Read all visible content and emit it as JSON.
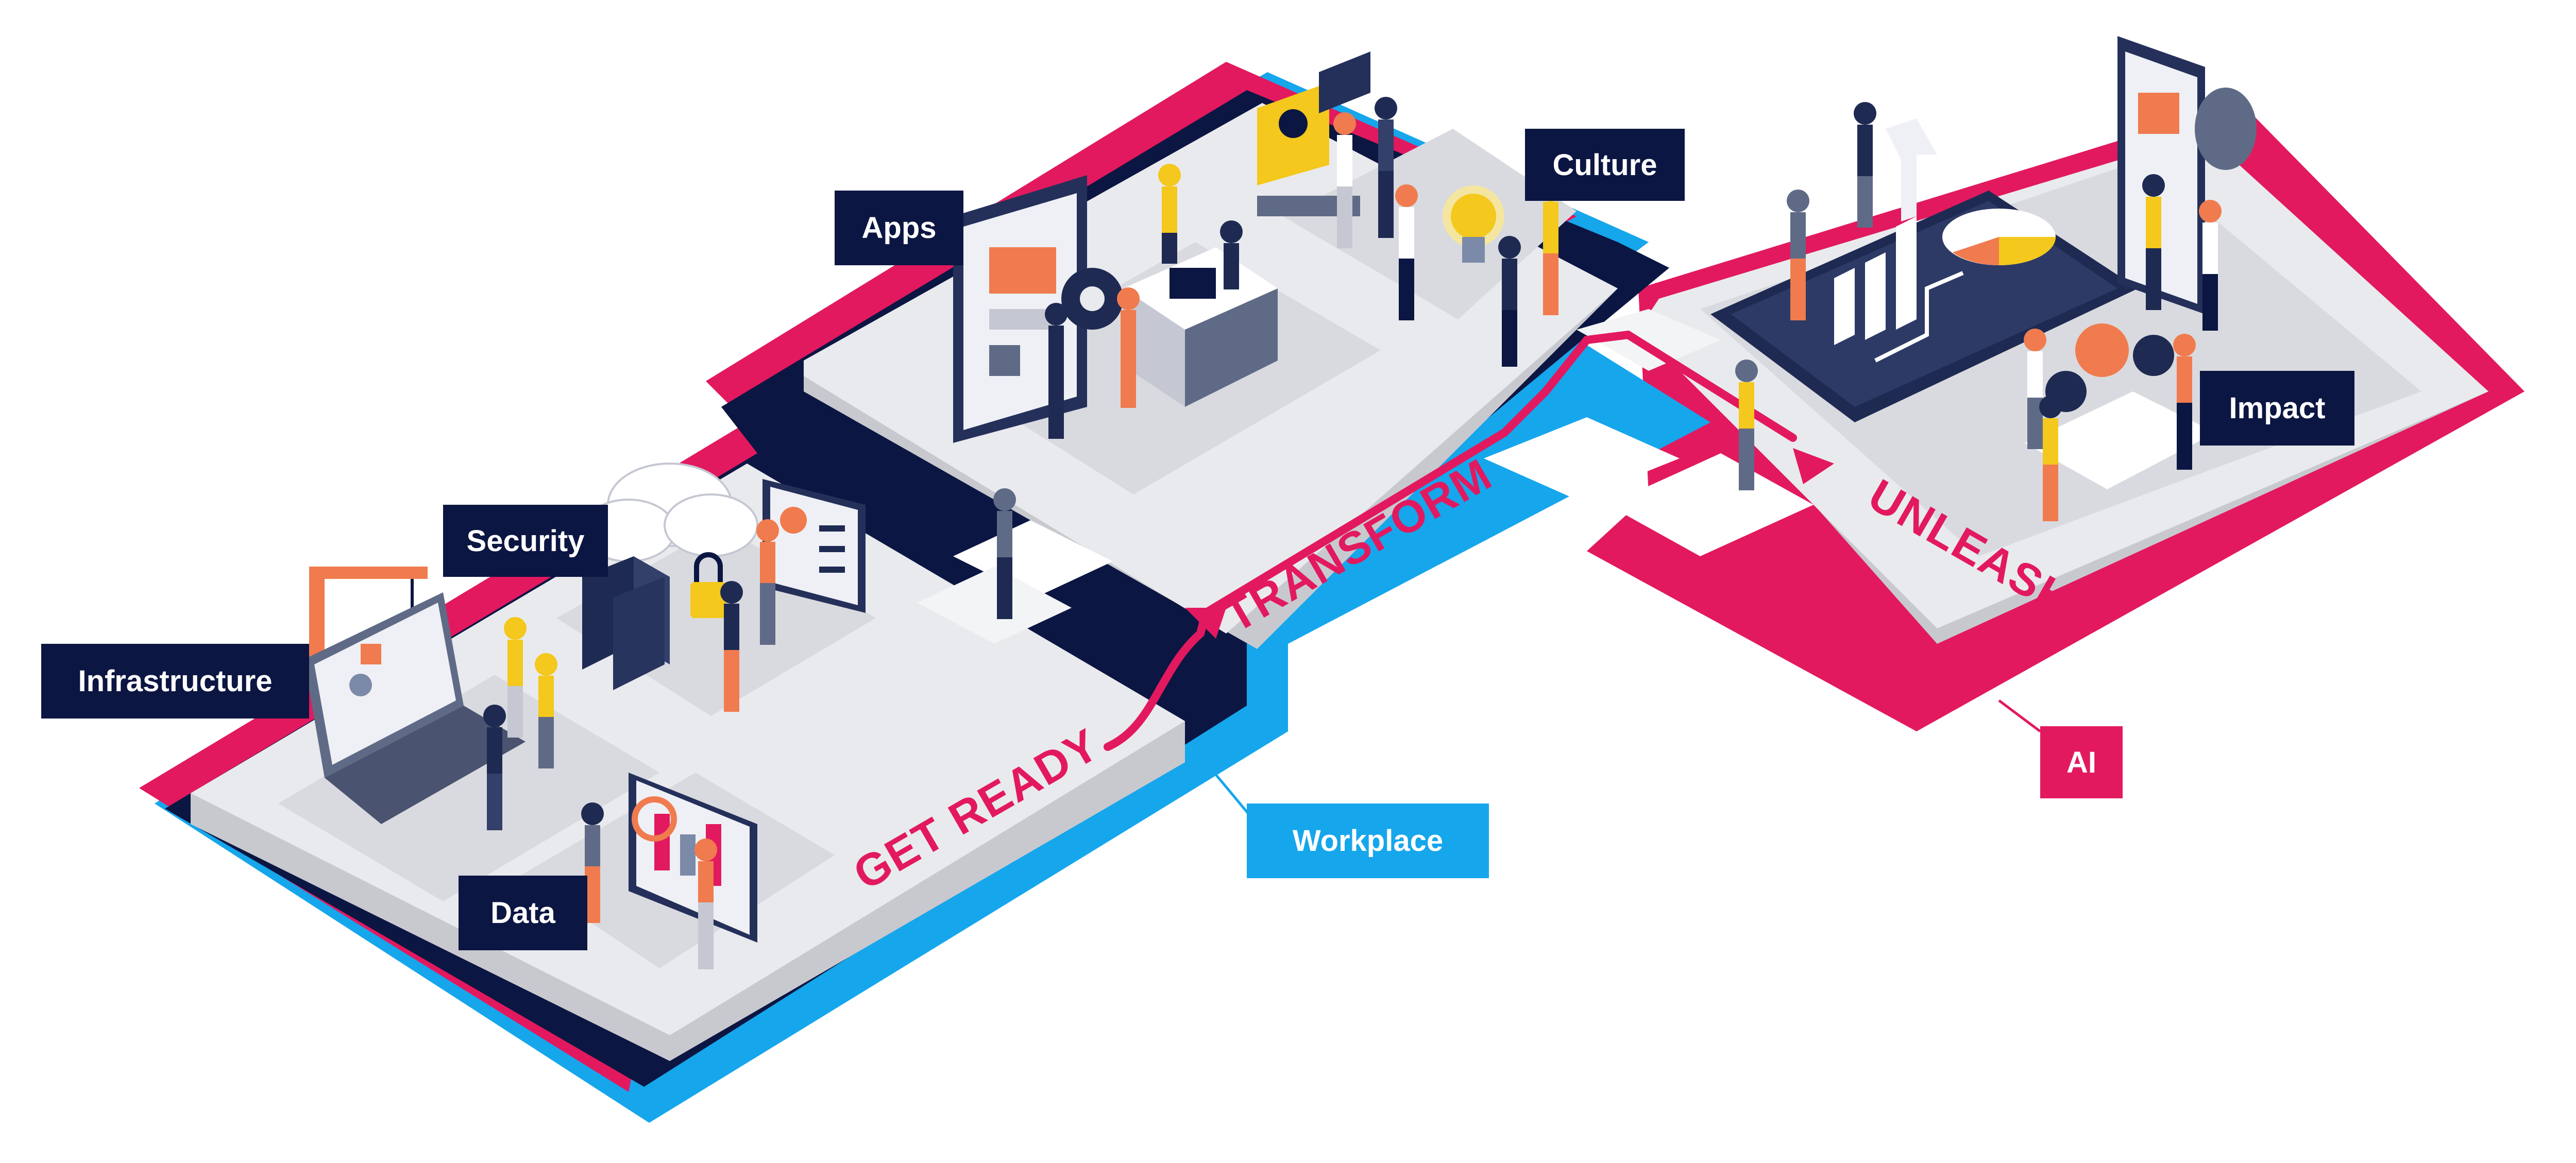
{
  "labels": {
    "apps": "Apps",
    "culture": "Culture",
    "security": "Security",
    "infrastructure": "Infrastructure",
    "data": "Data",
    "impact": "Impact",
    "workplace": "Workplace",
    "ai": "AI"
  },
  "stages": {
    "get_ready": "GET READY",
    "transform": "TRANSFORM",
    "unleash": "UNLEASH"
  },
  "colors": {
    "navy": "#0c1642",
    "accent_blue": "#16a6ec",
    "accent_pink": "#e2195f",
    "platform": "#e9eaee",
    "tile": "#d9dadf"
  },
  "icons": [
    "laptop-icon",
    "cloud-icon",
    "server-icon",
    "padlock-icon",
    "dashboard-icon",
    "gear-icon",
    "lightbulb-icon",
    "tablet-icon",
    "phone-icon",
    "bar-chart-icon",
    "pie-chart-icon",
    "crane-icon",
    "person-icon"
  ]
}
